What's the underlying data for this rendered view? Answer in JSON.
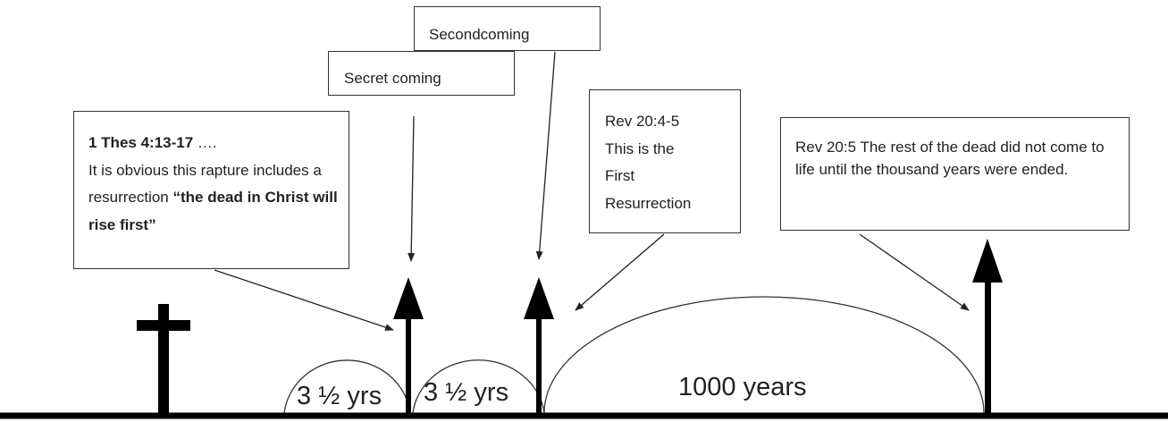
{
  "boxes": {
    "second_coming": "Secondcoming",
    "secret_coming": "Secret coming",
    "thes": {
      "ref": "1 Thes 4:13-17",
      "ellipsis": " ….",
      "text": "It is obvious this rapture includes a resurrection ",
      "quote": "“the dead in Christ will rise first”"
    },
    "rev_4_5": [
      "Rev 20:4-5",
      "This is the",
      "First",
      "Resurrection"
    ],
    "rev_5": "Rev 20:5 The rest of the dead did not come to life until the thousand years were ended."
  },
  "periods": {
    "first": "3 ½ yrs",
    "second": "3 ½ yrs",
    "millennium": "1000 years"
  }
}
